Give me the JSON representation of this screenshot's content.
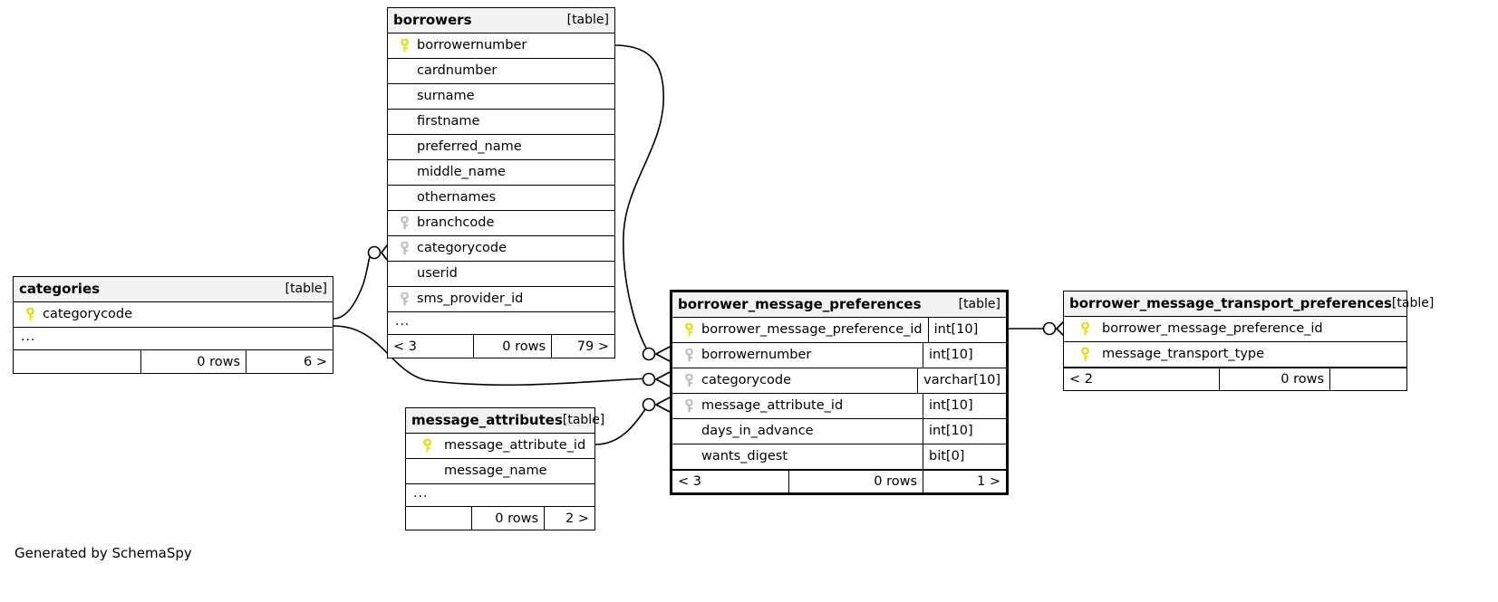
{
  "diagram": {
    "caption": "Generated by SchemaSpy",
    "table_tag": "[table]",
    "colors": {
      "primary_key": "#e8e800",
      "foreign_key": "#bbbbbb",
      "header_bg": "#f2f2f2",
      "border": "#000000",
      "background": "#ffffff"
    }
  },
  "tables": [
    {
      "id": "borrowers",
      "name": "borrowers",
      "tag": "[table]",
      "columns": [
        {
          "name": "borrowernumber",
          "key": "primary"
        },
        {
          "name": "cardnumber",
          "key": "none"
        },
        {
          "name": "surname",
          "key": "none"
        },
        {
          "name": "firstname",
          "key": "none"
        },
        {
          "name": "preferred_name",
          "key": "none"
        },
        {
          "name": "middle_name",
          "key": "none"
        },
        {
          "name": "othernames",
          "key": "none"
        },
        {
          "name": "branchcode",
          "key": "foreign"
        },
        {
          "name": "categorycode",
          "key": "foreign"
        },
        {
          "name": "userid",
          "key": "none"
        },
        {
          "name": "sms_provider_id",
          "key": "foreign"
        }
      ],
      "ellipsis": "...",
      "footer": {
        "left": "< 3",
        "center": "0 rows",
        "right": "79 >"
      }
    },
    {
      "id": "categories",
      "name": "categories",
      "tag": "[table]",
      "columns": [
        {
          "name": "categorycode",
          "key": "primary"
        }
      ],
      "ellipsis": "...",
      "footer": {
        "left": "",
        "center": "0 rows",
        "right": "6 >"
      }
    },
    {
      "id": "message_attributes",
      "name": "message_attributes",
      "tag": "[table]",
      "columns": [
        {
          "name": "message_attribute_id",
          "key": "primary"
        },
        {
          "name": "message_name",
          "key": "none"
        }
      ],
      "ellipsis": "...",
      "footer": {
        "left": "",
        "center": "0 rows",
        "right": "2 >"
      }
    },
    {
      "id": "borrower_message_preferences",
      "name": "borrower_message_preferences",
      "tag": "[table]",
      "focal": true,
      "columns": [
        {
          "name": "borrower_message_preference_id",
          "key": "primary",
          "type": "int[10]"
        },
        {
          "name": "borrowernumber",
          "key": "foreign",
          "type": "int[10]"
        },
        {
          "name": "categorycode",
          "key": "foreign",
          "type": "varchar[10]"
        },
        {
          "name": "message_attribute_id",
          "key": "foreign",
          "type": "int[10]"
        },
        {
          "name": "days_in_advance",
          "key": "none",
          "type": "int[10]"
        },
        {
          "name": "wants_digest",
          "key": "none",
          "type": "bit[0]"
        }
      ],
      "footer": {
        "left": "< 3",
        "center": "0 rows",
        "right": "1 >"
      }
    },
    {
      "id": "borrower_message_transport_preferences",
      "name": "borrower_message_transport_preferences",
      "tag": "[table]",
      "columns": [
        {
          "name": "borrower_message_preference_id",
          "key": "primary"
        },
        {
          "name": "message_transport_type",
          "key": "primary"
        }
      ],
      "footer": {
        "left": "< 2",
        "center": "0 rows",
        "right": ""
      }
    }
  ],
  "relationships": [
    {
      "from": "borrowers.borrowernumber",
      "to": "borrower_message_preferences.borrowernumber"
    },
    {
      "from": "categories.categorycode",
      "to": "borrower_message_preferences.categorycode"
    },
    {
      "from": "categories.categorycode",
      "to": "borrowers.categorycode"
    },
    {
      "from": "message_attributes.message_attribute_id",
      "to": "borrower_message_preferences.message_attribute_id"
    },
    {
      "from": "borrower_message_preferences.borrower_message_preference_id",
      "to": "borrower_message_transport_preferences.borrower_message_preference_id"
    }
  ]
}
